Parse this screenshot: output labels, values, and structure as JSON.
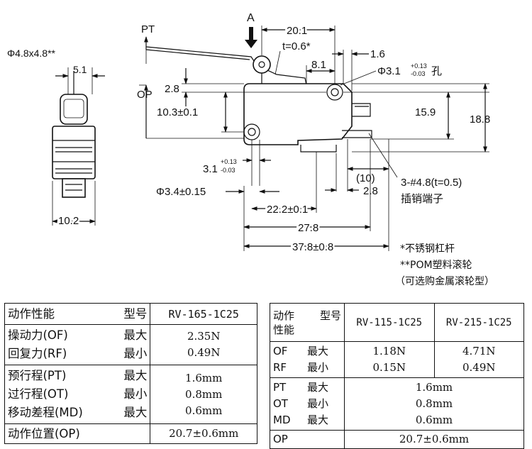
{
  "drawing": {
    "labels": {
      "a_label": "A",
      "pt_label": "PT",
      "op_label": "OP",
      "roller_dia": "Φ4.8x4.8**",
      "w_5_1": "5.1",
      "w_10_2": "10.2",
      "w_20_1": "20.1",
      "t_0_6": "t=0.6*",
      "w_1_6": "1.6",
      "w_8_1": "8.1",
      "hole_main": "Φ3.1",
      "hole_up": "+0.13",
      "hole_low": "-0.03",
      "hole_suffix": "孔",
      "h_2_8": "2.8",
      "h_10_3": "10.3±0.1",
      "h_15_9": "15.9",
      "h_18_8": "18.8",
      "h_3_1": "3.1",
      "tol_up": "+0.13",
      "tol_low": "-0.03",
      "w_10": "(10)",
      "terminal_spec": "3-#4.8(t=0.5)",
      "terminal_name": "插销端子",
      "w_2_8": "2.8",
      "dia_3_4": "Φ3.4±0.15",
      "w_22_2": "22.2±0.1",
      "w_27_8": "27.8",
      "w_37_8": "37.8±0.8"
    },
    "notes": [
      "*不锈钢杠杆",
      "**POM塑料滚轮",
      "（可选购金属滚轮型）"
    ]
  },
  "table1": {
    "header_a": "动作性能",
    "header_b": "型号",
    "model": "RV-165-1C25",
    "rows": [
      {
        "label": "操动力(OF)",
        "qual": "最大",
        "value": "2.35N"
      },
      {
        "label": "回复力(RF)",
        "qual": "最小",
        "value": "0.49N"
      },
      {
        "label": "预行程(PT)",
        "qual": "最大",
        "value": "1.6mm"
      },
      {
        "label": "过行程(OT)",
        "qual": "最小",
        "value": "0.8mm"
      },
      {
        "label": "移动差程(MD)",
        "qual": "最大",
        "value": "0.6mm"
      },
      {
        "label": "动作位置(OP)",
        "qual": "",
        "value": "20.7±0.6mm"
      }
    ]
  },
  "table2": {
    "header_a1": "动作",
    "header_a2": "性能",
    "header_b": "型号",
    "model_1": "RV-115-1C25",
    "model_2": "RV-215-1C25",
    "rows": [
      {
        "code": "OF",
        "qual": "最大",
        "v1": "1.18N",
        "v2": "4.71N"
      },
      {
        "code": "RF",
        "qual": "最小",
        "v1": "0.15N",
        "v2": "0.49N"
      },
      {
        "code": "PT",
        "qual": "最大",
        "v": "1.6mm"
      },
      {
        "code": "OT",
        "qual": "最小",
        "v": "0.8mm"
      },
      {
        "code": "MD",
        "qual": "最大",
        "v": "0.6mm"
      },
      {
        "code": "OP",
        "qual": "",
        "v": "20.7±0.6mm"
      }
    ]
  }
}
